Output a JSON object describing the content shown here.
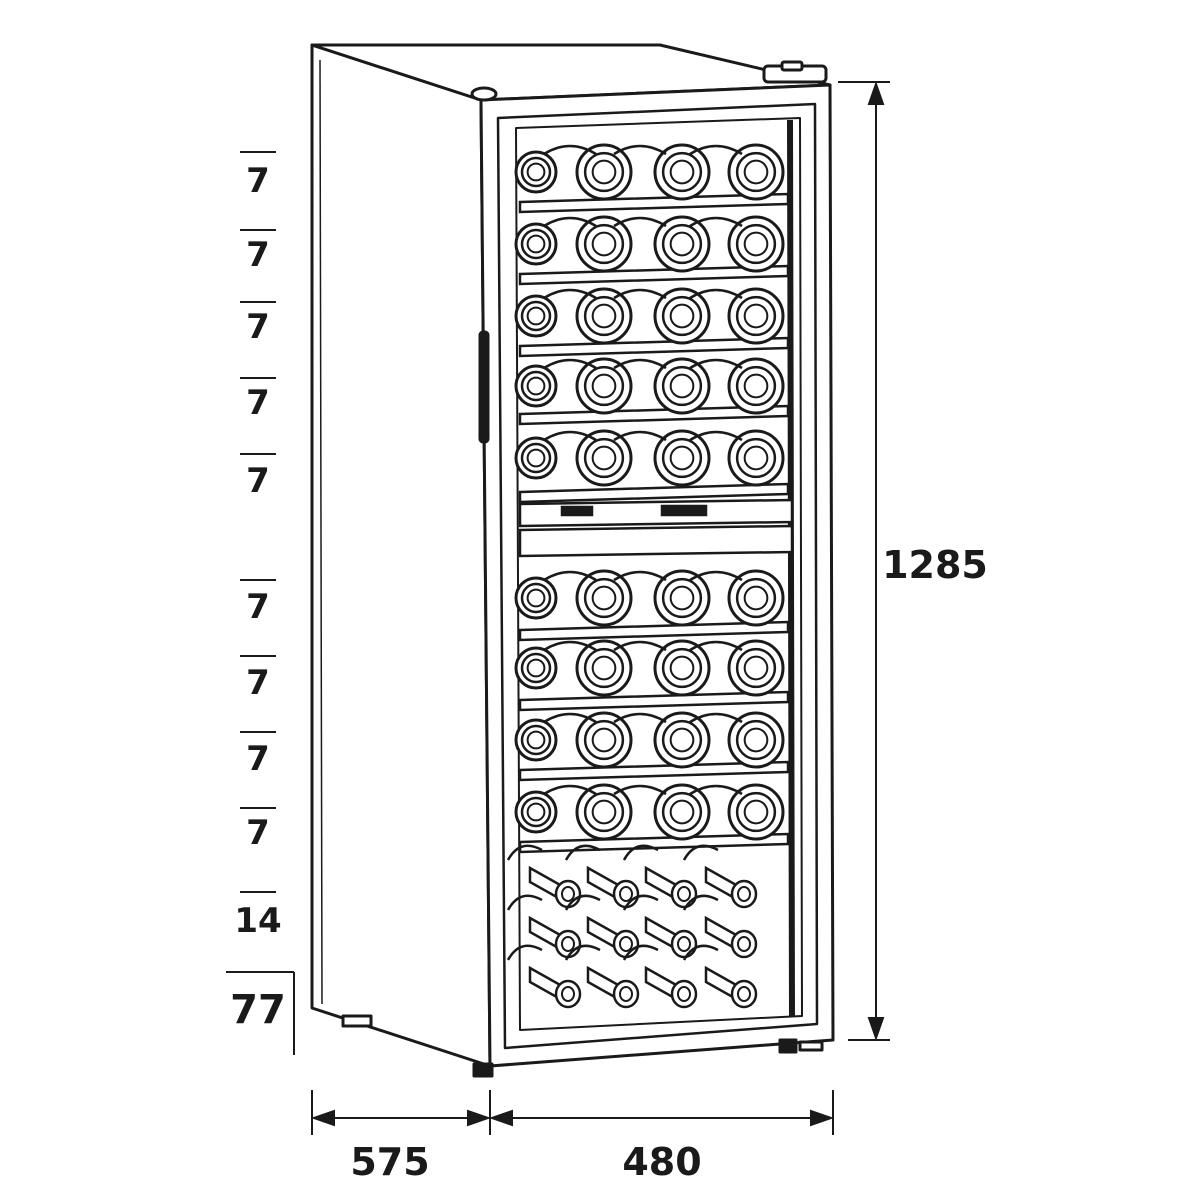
{
  "dimensions": {
    "height": "1285",
    "depth": "575",
    "width": "480"
  },
  "shelf_capacities": [
    "7",
    "7",
    "7",
    "7",
    "7",
    "7",
    "7",
    "7",
    "7",
    "14"
  ],
  "total_capacity": "77",
  "colors": {
    "line": "#1a1a1a",
    "background": "#ffffff"
  }
}
